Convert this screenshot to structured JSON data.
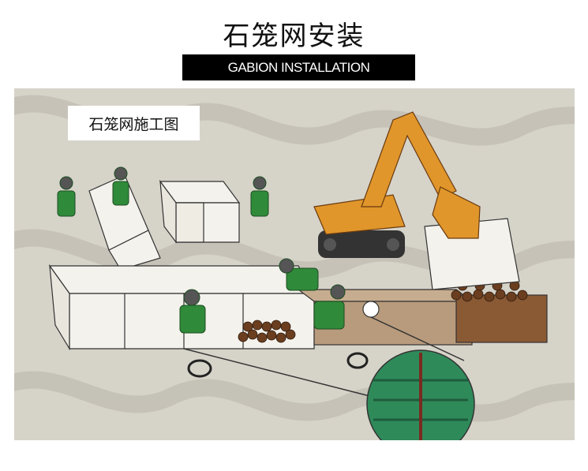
{
  "header": {
    "title": "石笼网安装",
    "subtitle": "GABION INSTALLATION"
  },
  "illustration": {
    "label": "石笼网施工图"
  },
  "colors": {
    "worker_shirt": "#2f8a3a",
    "excavator": "#e0962a",
    "net_closeup": "#2f8a5a",
    "stone": "#6b3e1f"
  },
  "icons": [
    "worker-figure",
    "excavator-icon",
    "gabion-basket",
    "wire-coil",
    "mesh-closeup"
  ]
}
